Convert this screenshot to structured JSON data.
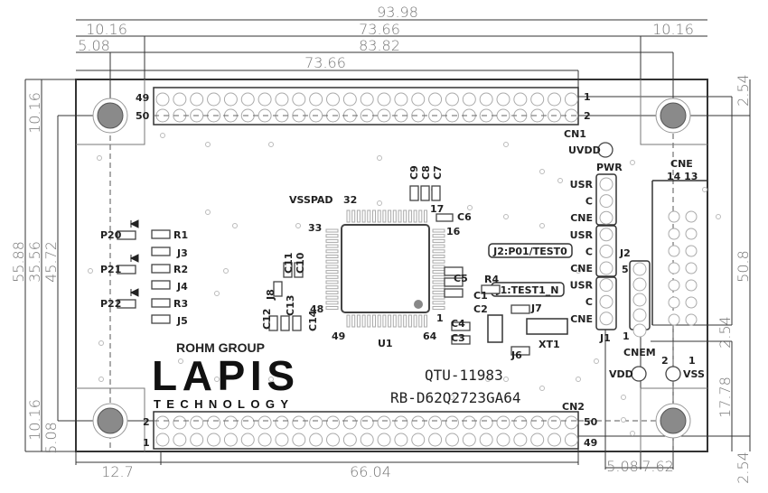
{
  "dimensions": {
    "top": [
      "93.98",
      "10.16",
      "73.66",
      "10.16",
      "5.08",
      "83.82",
      "73.66"
    ],
    "left": [
      "10.16",
      "55.88",
      "35.56",
      "45.72",
      "10.16",
      "5.08"
    ],
    "right": [
      "2.54",
      "50.8",
      "2.54",
      "17.78",
      "2.54"
    ],
    "bottom": [
      "12.7",
      "66.04",
      "5.08",
      "7.62"
    ]
  },
  "connectors": {
    "cn1": {
      "name": "CN1",
      "pin_49": "49",
      "pin_50": "50",
      "pin_1": "1",
      "pin_2": "2"
    },
    "cn2": {
      "name": "CN2",
      "pin_50": "50",
      "pin_49": "49",
      "pin_2": "2",
      "pin_1": "1"
    },
    "cne": {
      "name": "CNE",
      "pins": "14  13"
    },
    "cnem": {
      "name": "CNEM",
      "pin_5": "5",
      "pin_1": "1"
    },
    "pwr": {
      "name": "PWR",
      "labels": [
        "USR",
        "C",
        "CNE",
        "USR",
        "C",
        "CNE",
        "USR",
        "C",
        "CNE"
      ],
      "j2": "J2",
      "j1": "J1"
    },
    "uvdd": "UVDD",
    "vdd": "VDD",
    "vss": "VSS",
    "vdd_pin": "2",
    "vss_pin": "1"
  },
  "jumper_labels": {
    "j2": "J2:P01/TEST0",
    "j1": "J1:TEST1_N"
  },
  "mcu": {
    "name": "U1",
    "vsspad": "VSSPAD",
    "pins": [
      "32",
      "17",
      "16",
      "33",
      "48",
      "49",
      "64",
      "1"
    ]
  },
  "components": {
    "caps": [
      "C9",
      "C8",
      "C7",
      "C6",
      "C5",
      "C1",
      "C2",
      "C4",
      "C3",
      "C11",
      "C10",
      "C12",
      "C13",
      "C14"
    ],
    "resistors": [
      "R1",
      "R2",
      "R3",
      "R4"
    ],
    "jumpers": [
      "J3",
      "J4",
      "J5",
      "J6",
      "J7",
      "J8"
    ],
    "leds": [
      "P20",
      "P21",
      "P22"
    ],
    "crystal": "XT1"
  },
  "branding": {
    "group": "ROHM GROUP",
    "logo": "LAPIS",
    "logo_sub": "TECHNOLOGY"
  },
  "board": {
    "id": "QTU-11983",
    "part": "RB-D62Q2723GA64"
  },
  "colors": {
    "outline": "#333333",
    "dimension_text": "#777777",
    "hole_fill": "#8a8a8a"
  }
}
